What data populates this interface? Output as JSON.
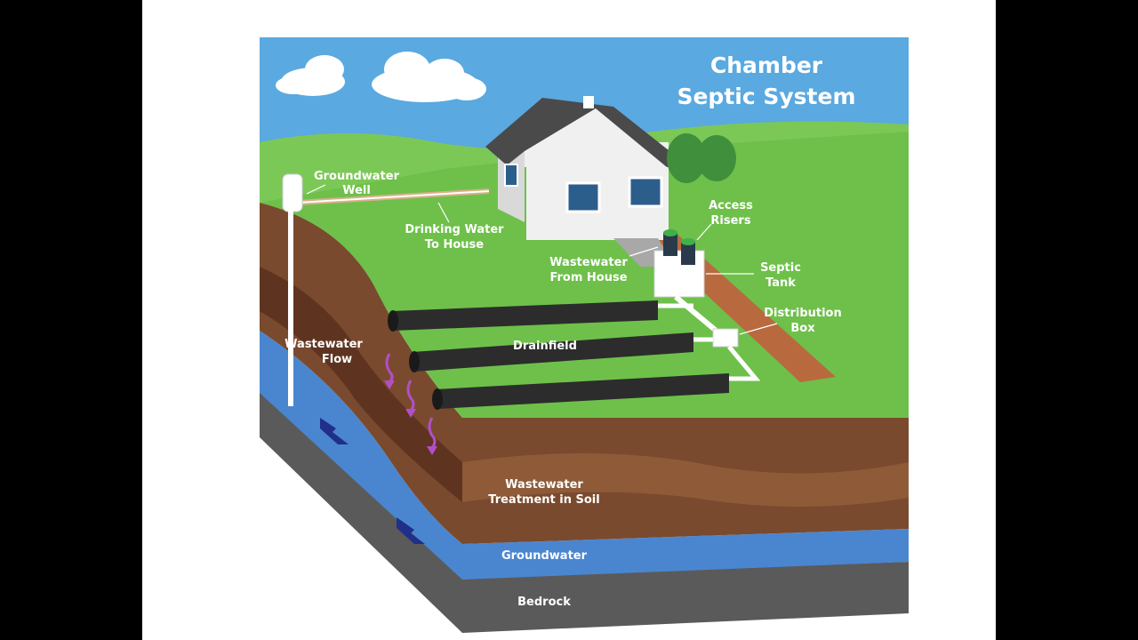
{
  "title": {
    "line1": "Chamber",
    "line2": "Septic System"
  },
  "labels": {
    "groundwater_well": [
      "Groundwater",
      "Well"
    ],
    "drinking_water": [
      "Drinking Water",
      "To House"
    ],
    "access_risers": [
      "Access",
      "Risers"
    ],
    "wastewater_from_house": [
      "Wastewater",
      "From House"
    ],
    "septic_tank": [
      "Septic",
      "Tank"
    ],
    "distribution_box": [
      "Distribution",
      "Box"
    ],
    "drainfield": "Drainfield",
    "wastewater_flow": [
      "Wastewater",
      "Flow"
    ],
    "wastewater_treatment": [
      "Wastewater",
      "Treatment in Soil"
    ],
    "groundwater": "Groundwater",
    "bedrock": "Bedrock"
  },
  "colors": {
    "sky": "#5aa9e0",
    "grass": "#6ec04a",
    "soil_top": "#7a4a2e",
    "soil_mid": "#8f5a38",
    "soil_dark": "#5e3420",
    "groundwater": "#4a86d0",
    "bedrock": "#5a5a5a",
    "flow_arrow": "#b24fc8",
    "gw_arrow": "#1f2f8a"
  }
}
